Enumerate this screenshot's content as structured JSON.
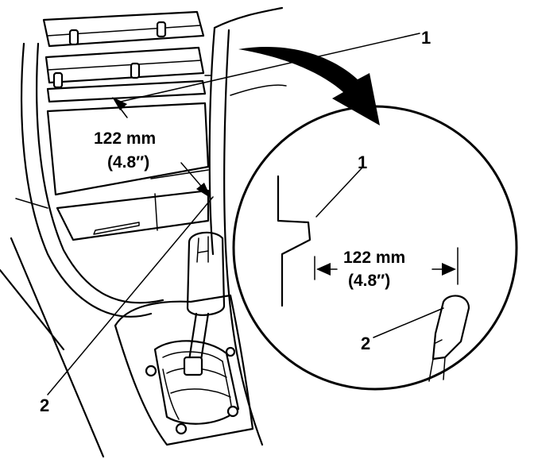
{
  "callouts": {
    "main_label_1": "1",
    "main_label_2": "2",
    "detail_label_1": "1",
    "detail_label_2": "2"
  },
  "dimensions": {
    "main_mm": "122 mm",
    "main_in": "(4.8″)",
    "detail_mm": "122 mm",
    "detail_in": "(4.8″)"
  }
}
